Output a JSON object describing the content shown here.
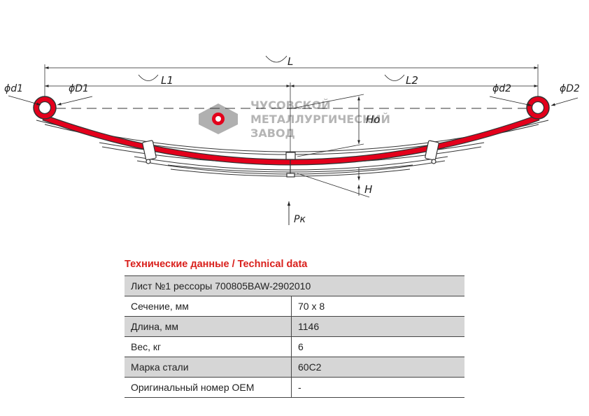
{
  "drawing": {
    "dimension_labels": {
      "L": "L",
      "L1": "L1",
      "L2": "L2",
      "d1": "ϕd1",
      "D1": "ϕD1",
      "d2": "ϕd2",
      "D2": "ϕD2",
      "Ho": "Ho",
      "H": "H",
      "Pk": "Pк"
    },
    "logo": {
      "line1": "ЧУСОВСКОЙ",
      "line2": "МЕТАЛЛУРГИЧЕСКИЙ",
      "line3": "ЗАВОД",
      "colors": {
        "gray": "#b0b0b0",
        "red": "#e3001b"
      }
    },
    "colors": {
      "main_leaf": "#e3001b",
      "lines": "#333333"
    }
  },
  "tech": {
    "title": "Технические данные / Technical data",
    "header": "Лист №1 рессоры 700805BAW-2902010",
    "rows": [
      {
        "label": "Сечение, мм",
        "value": "70 х 8"
      },
      {
        "label": "Длина, мм",
        "value": "1146"
      },
      {
        "label": "Вес, кг",
        "value": "6"
      },
      {
        "label": "Марка стали",
        "value": "60С2"
      },
      {
        "label": "Оригинальный номер OEM",
        "value": "-"
      }
    ]
  }
}
